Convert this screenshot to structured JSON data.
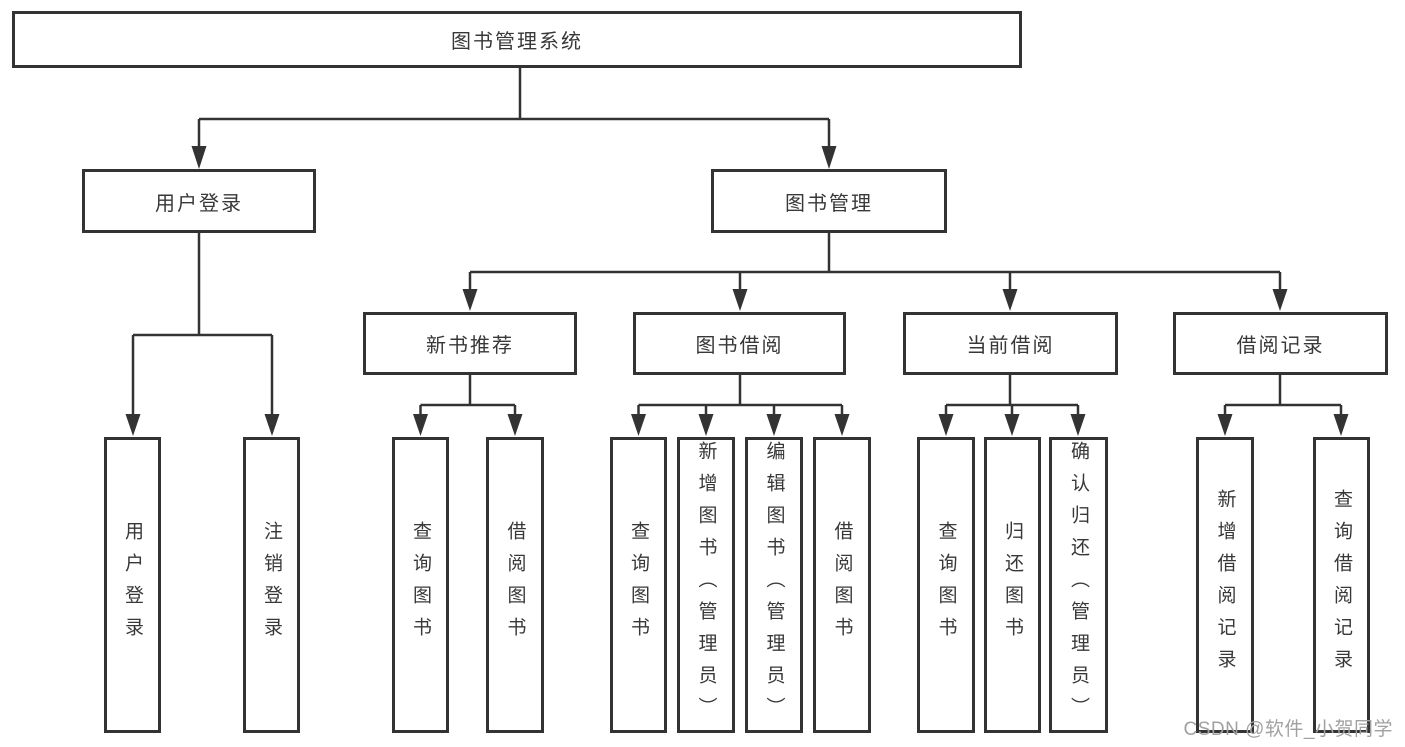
{
  "tree": {
    "root": {
      "label": "图书管理系统"
    },
    "level2": [
      {
        "label": "用户登录",
        "leaves": [
          {
            "label": "用户登录"
          },
          {
            "label": "注销登录"
          }
        ]
      },
      {
        "label": "图书管理",
        "sections": [
          {
            "label": "新书推荐",
            "leaves": [
              {
                "label": "查询图书"
              },
              {
                "label": "借阅图书"
              }
            ]
          },
          {
            "label": "图书借阅",
            "leaves": [
              {
                "label": "查询图书"
              },
              {
                "label": "新增图书（管理员）"
              },
              {
                "label": "编辑图书（管理员）"
              },
              {
                "label": "借阅图书"
              }
            ]
          },
          {
            "label": "当前借阅",
            "leaves": [
              {
                "label": "查询图书"
              },
              {
                "label": "归还图书"
              },
              {
                "label": "确认归还（管理员）"
              }
            ]
          },
          {
            "label": "借阅记录",
            "leaves": [
              {
                "label": "新增借阅记录"
              },
              {
                "label": "查询借阅记录"
              }
            ]
          }
        ]
      }
    ]
  },
  "watermark": "CSDN @软件_小贺同学",
  "colors": {
    "line": "#333333",
    "box_border": "#333333",
    "text": "#383838",
    "watermark": "#a1a1a1",
    "background": "#ffffff"
  }
}
